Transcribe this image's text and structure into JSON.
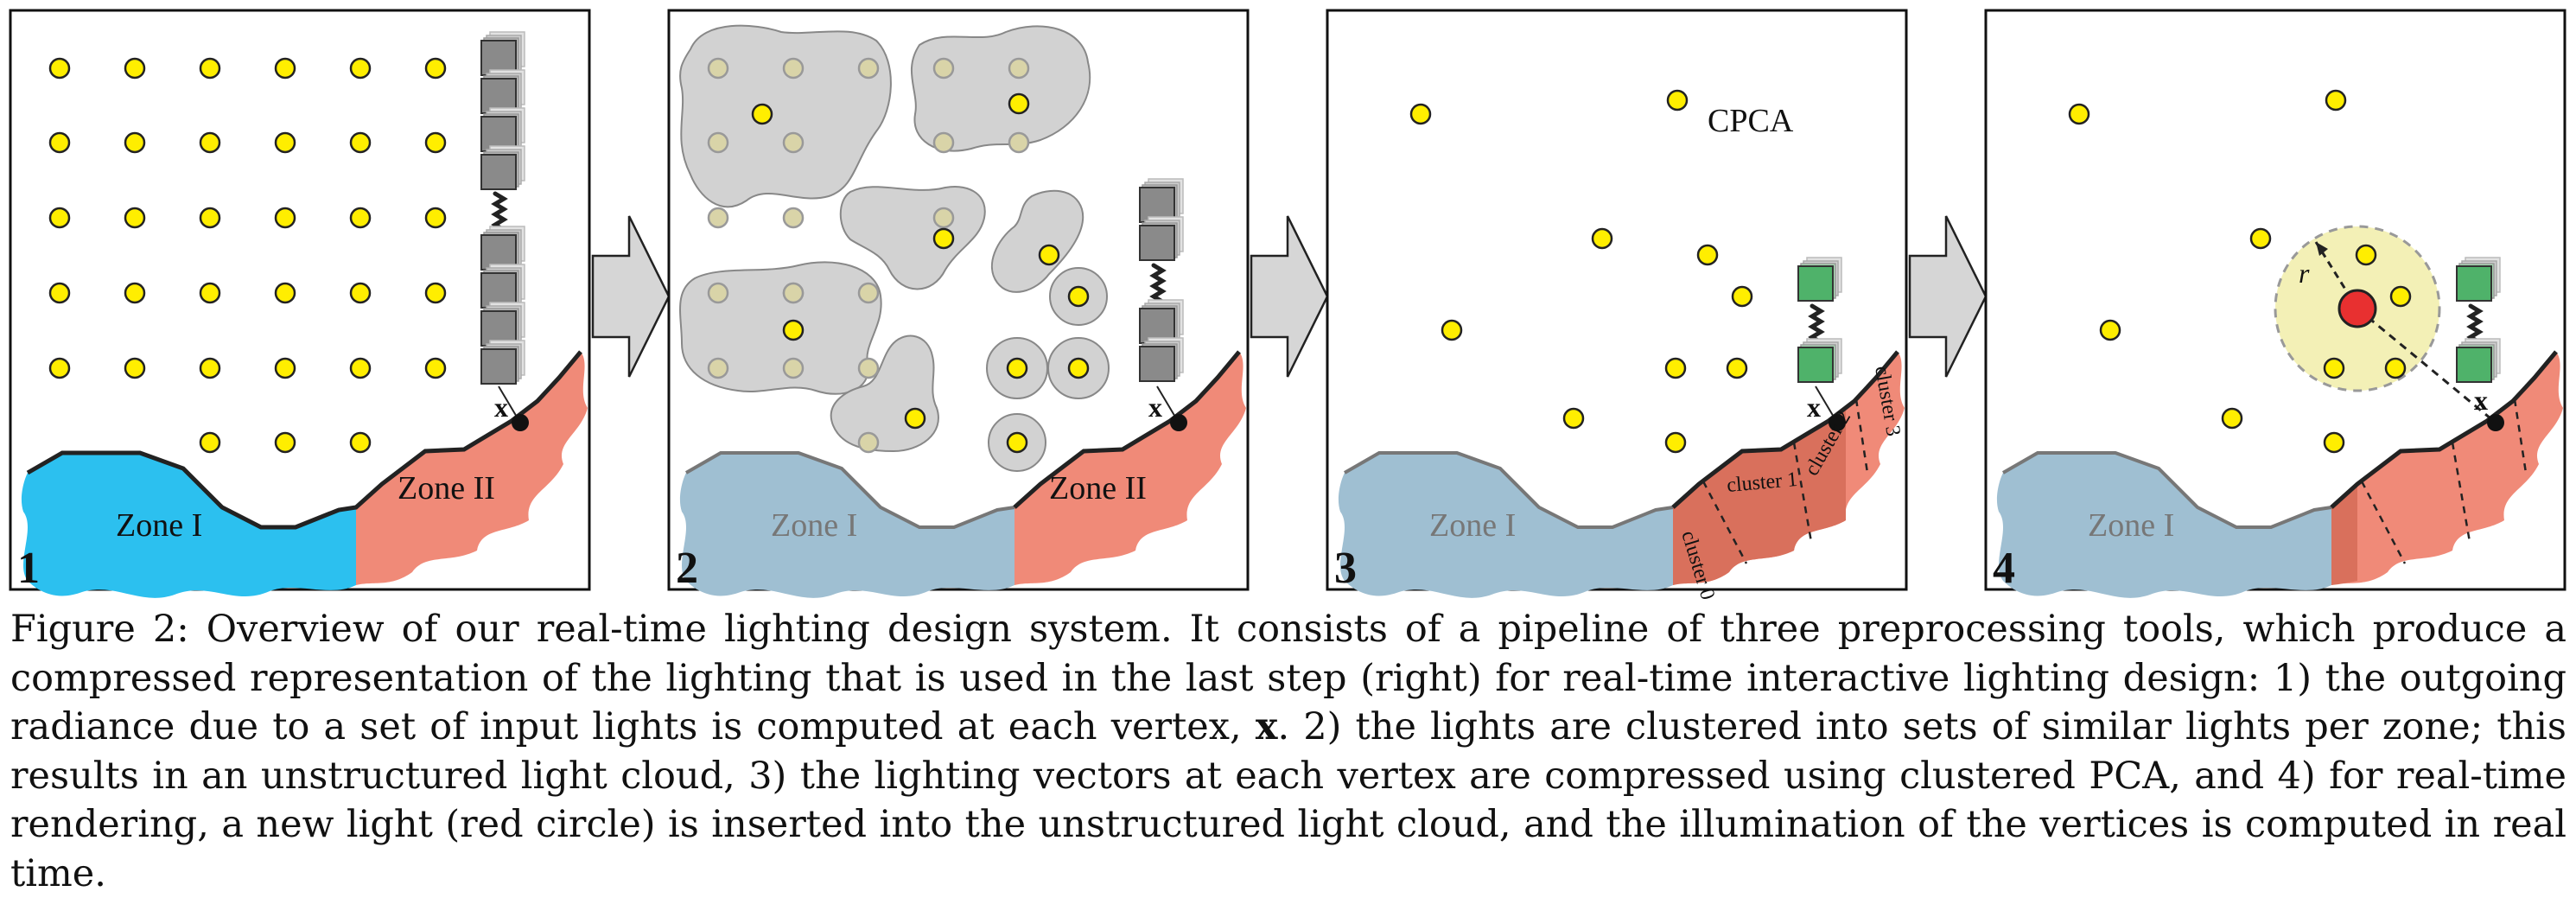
{
  "panels": [
    {
      "number": "1",
      "zone_labels": [
        "Zone I",
        "Zone II"
      ],
      "vertex_label": "x"
    },
    {
      "number": "2",
      "zone_labels": [
        "Zone I",
        "Zone II"
      ],
      "vertex_label": "x"
    },
    {
      "number": "3",
      "zone_labels": [
        "Zone I"
      ],
      "vertex_label": "x",
      "method_label": "CPCA",
      "cluster_labels": [
        "cluster 0",
        "cluster 1",
        "cluster 2",
        "cluster 3"
      ]
    },
    {
      "number": "4",
      "zone_labels": [
        "Zone I"
      ],
      "vertex_label": "x",
      "radius_label": "r"
    }
  ],
  "colors": {
    "light": "#ffee00",
    "zone1_active": "#2cc0ef",
    "zone1_inactive": "#9fbfd2",
    "zone2": "#f08a78",
    "cluster_gray": "#d2d2d2",
    "new_light": "#e83030",
    "influence_region": "#f3f0b6",
    "cube_gray": "#8a8a8a",
    "cube_green": "#4fb26a"
  },
  "caption": {
    "label": "Figure 2:",
    "lines": [
      "Overview of our real-time lighting design system. It consists of a pipeline of three preprocessing tools, which produce a",
      "compressed representation of the lighting that is used in the last step (right) for real-time interactive lighting design: 1) the outgoing",
      "radiance due to a set of input lights is computed at each vertex,",
      "x",
      ". 2) the lights are clustered into sets of similar lights per zone; this",
      "results in an unstructured light cloud, 3) the lighting vectors at each vertex are compressed using clustered PCA, and 4) for real-time",
      "rendering, a new light (red circle) is inserted into the unstructured light cloud, and the illumination of the vertices is computed in real",
      "time."
    ]
  }
}
